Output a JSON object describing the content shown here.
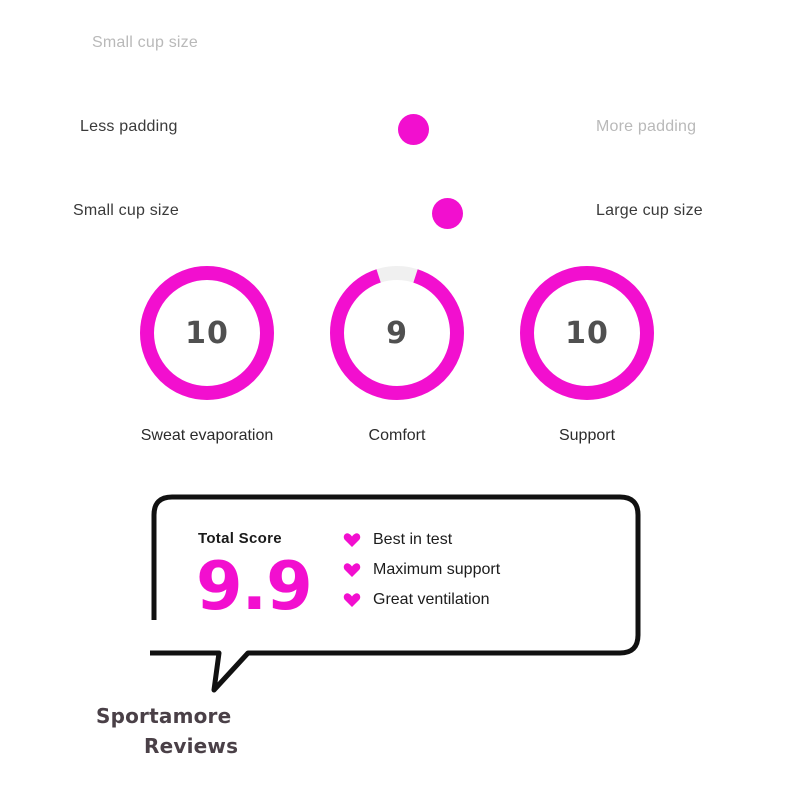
{
  "colors": {
    "accent": "#f20fcf",
    "ink": "#111111"
  },
  "sliders": [
    {
      "left_label": "Small cup size",
      "right_label": ""
    },
    {
      "left_label": "Less padding",
      "right_label": "More padding"
    },
    {
      "left_label": "Small cup size",
      "right_label": "Large cup size"
    }
  ],
  "ratings": [
    {
      "value": "10",
      "label": "Sweat evaporation",
      "fraction": 1.0
    },
    {
      "value": "9",
      "label": "Comfort",
      "fraction": 0.9
    },
    {
      "value": "10",
      "label": "Support",
      "fraction": 1.0
    }
  ],
  "score_card": {
    "title": "Total Score",
    "value": "9.9",
    "features": [
      "Best in test",
      "Maximum support",
      "Great ventilation"
    ],
    "icon": "heart-icon"
  },
  "brand": {
    "line1": "Sportamore",
    "line2": "Reviews"
  }
}
